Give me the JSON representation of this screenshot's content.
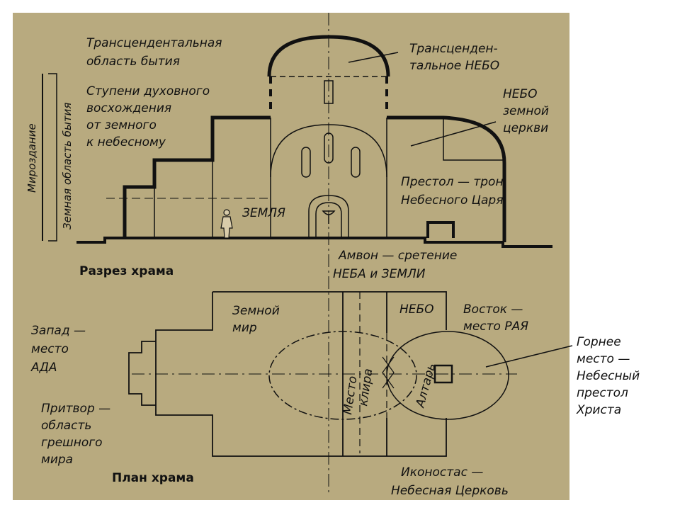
{
  "colors": {
    "background": "#b8aa7f",
    "ink": "#111111",
    "page": "#ffffff"
  },
  "section": {
    "title": "Разрез храма",
    "vertical_outer": "Мироздание",
    "vertical_inner": "Земная область бытия",
    "transcendental_area": [
      "Трансцендентальная",
      "область бытия"
    ],
    "steps": [
      "Ступени духовного",
      "восхождения",
      "от земного",
      "к небесному"
    ],
    "transcendental_sky": [
      "Трансценден-",
      "тальное НЕБО"
    ],
    "church_sky": [
      "НЕБО",
      "земной",
      "церкви"
    ],
    "throne": [
      "Престол — трон",
      "Небесного Царя"
    ],
    "earth": "ЗЕМЛЯ",
    "ambo": [
      "Амвон — сретение",
      "НЕБА и ЗЕМЛИ"
    ]
  },
  "plan": {
    "title": "План храма",
    "earthly_world": [
      "Земной",
      "мир"
    ],
    "sky": "НЕБО",
    "east": [
      "Восток —",
      "место РАЯ"
    ],
    "west": [
      "Запад —",
      "место",
      "АДА"
    ],
    "narthex": [
      "Притвор —",
      "область",
      "грешного",
      "мира"
    ],
    "choir": [
      "Место",
      "клира"
    ],
    "altar": "Алтарь",
    "high_place": [
      "Горнее",
      "место —",
      "Небесный",
      "престол",
      "Христа"
    ],
    "iconostasis": [
      "Иконостас —",
      "Небесная Церковь"
    ]
  }
}
